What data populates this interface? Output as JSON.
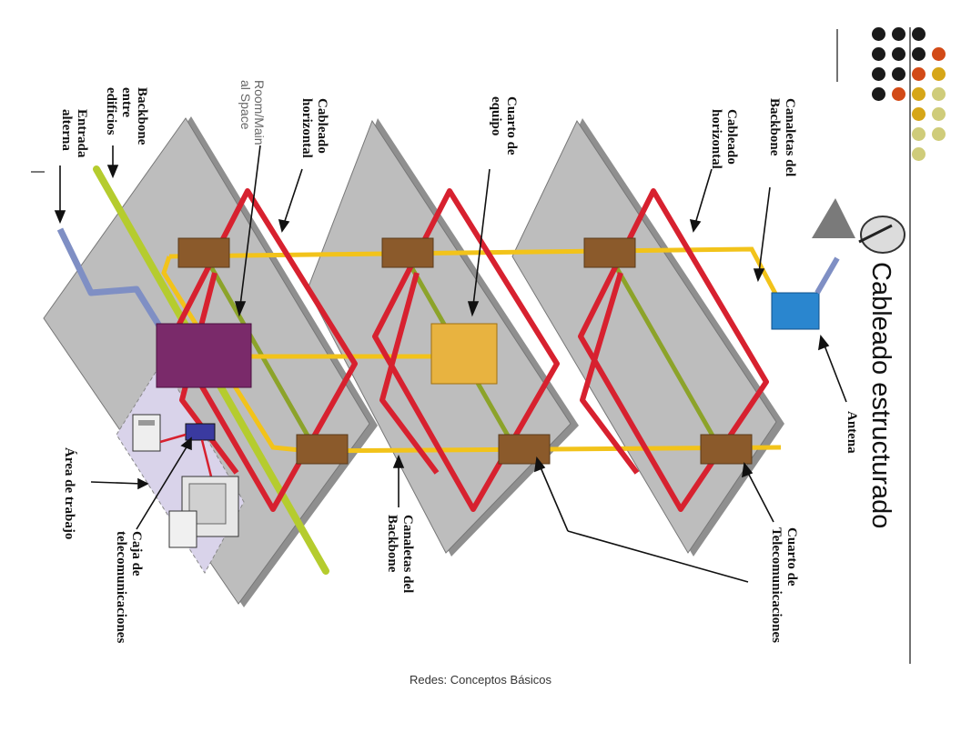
{
  "title": "Cableado estructurado",
  "footer": "Redes: Conceptos Básicos",
  "labels": {
    "entrada_alterna": [
      "Entrada",
      "alterna"
    ],
    "backbone_entre_edificios": [
      "Backbone",
      "entre",
      "edificios"
    ],
    "room_main_space": [
      "Room/Main",
      "al Space"
    ],
    "cableado_horizontal_1": [
      "Cableado",
      "horizontal"
    ],
    "cuarto_de_equipo": [
      "Cuarto de",
      "equipo"
    ],
    "cableado_horizontal_2": [
      "Cableado",
      "horizontal"
    ],
    "canaletas_backbone_top": [
      "Canaletas del",
      "Backbone"
    ],
    "antena": [
      "Antena"
    ],
    "cuarto_telecom": [
      "Cuarto de",
      "Telecomunicaciones"
    ],
    "canaletas_backbone_bottom": [
      "Canaletas del",
      "Backbone"
    ],
    "caja_telecom": [
      "Caja de",
      "telecomunicaciones"
    ],
    "area_trabajo": [
      "Área de trabajo"
    ]
  },
  "colors": {
    "floor": "#bdbdbd",
    "floor_edge": "#8a8a8a",
    "horizontal_cable": "#d7212f",
    "backbone_riser": "#8ca32a",
    "backbone_yellow": "#f2c31a",
    "telecom_closet": "#8b5a2b",
    "equipment_room_purple": "#7a2a6a",
    "equipment_room_yellow": "#e8b340",
    "antenna_box": "#2a86cf",
    "work_area": "#d9d3ea",
    "accent_dark": "#1a1a1a",
    "accent_orange": "#d24a17",
    "accent_gold": "#d6a618",
    "accent_olive": "#cfcc7a"
  },
  "icons": [
    "satellite-dish-icon",
    "telephone-icon",
    "computer-icon",
    "keyboard-icon",
    "wall-outlet-icon"
  ]
}
